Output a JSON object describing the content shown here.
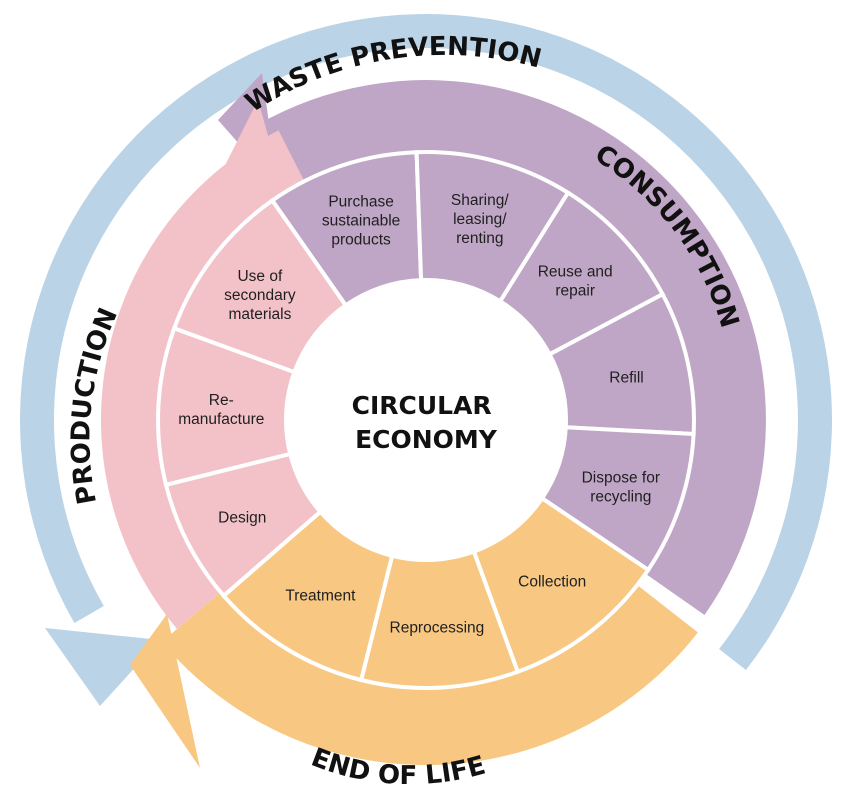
{
  "colors": {
    "waste_prevention": "#bad3e6",
    "production": "#f2c2c8",
    "consumption": "#c0a6c6",
    "end_of_life": "#f8c882",
    "center": "#ffffff"
  },
  "center": {
    "lines": [
      "CIRCULAR",
      "ECONOMY"
    ]
  },
  "arcs": {
    "waste_prevention": "WASTE PREVENTION",
    "consumption": "CONSUMPTION",
    "end_of_life": "END OF LIFE",
    "production": "PRODUCTION"
  },
  "segments": [
    {
      "id": "purchase",
      "group": "consumption",
      "lines": [
        "Purchase",
        "sustainable",
        "products"
      ]
    },
    {
      "id": "sharing",
      "group": "consumption",
      "lines": [
        "Sharing/",
        "leasing/",
        "renting"
      ]
    },
    {
      "id": "reuse",
      "group": "consumption",
      "lines": [
        "Reuse and",
        "repair"
      ]
    },
    {
      "id": "refill",
      "group": "consumption",
      "lines": [
        "Refill"
      ]
    },
    {
      "id": "dispose",
      "group": "consumption",
      "lines": [
        "Dispose for",
        "recycling"
      ]
    },
    {
      "id": "collection",
      "group": "end_of_life",
      "lines": [
        "Collection"
      ]
    },
    {
      "id": "reprocessing",
      "group": "end_of_life",
      "lines": [
        "Reprocessing"
      ]
    },
    {
      "id": "treatment",
      "group": "end_of_life",
      "lines": [
        "Treatment"
      ]
    },
    {
      "id": "design",
      "group": "production",
      "lines": [
        "Design"
      ]
    },
    {
      "id": "remanufacture",
      "group": "production",
      "lines": [
        "Re-",
        "manufacture"
      ]
    },
    {
      "id": "secondary",
      "group": "production",
      "lines": [
        "Use of",
        "secondary",
        "materials"
      ]
    }
  ]
}
